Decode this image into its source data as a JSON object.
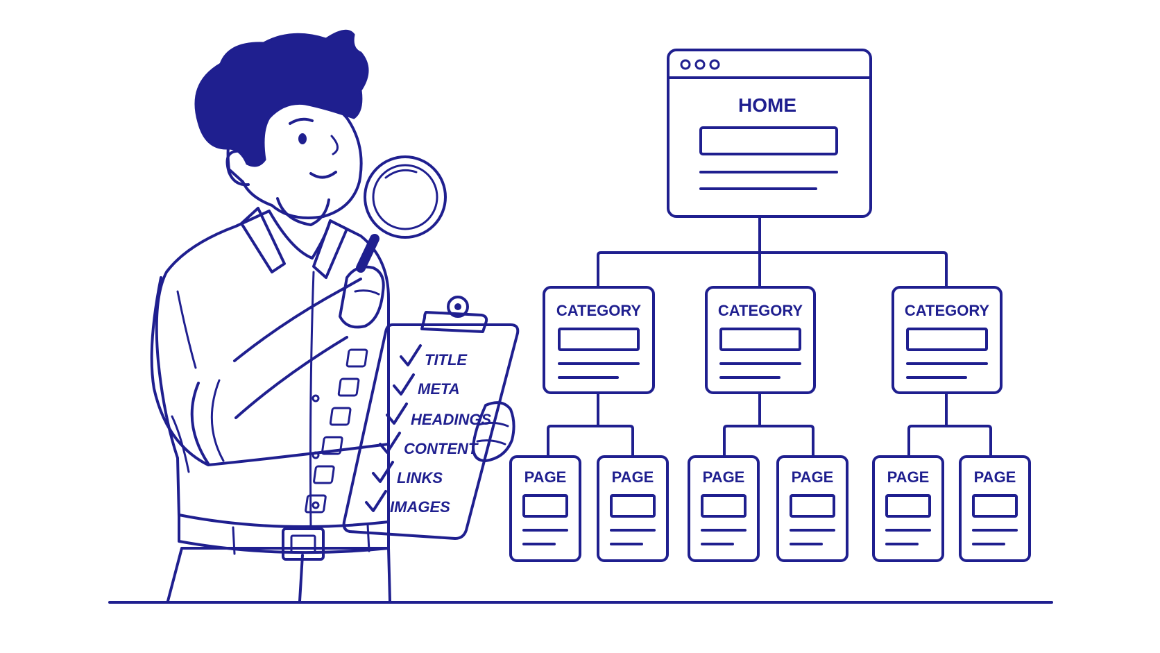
{
  "diagram": {
    "home_label": "HOME",
    "category_labels": [
      "CATEGORY",
      "CATEGORY",
      "CATEGORY"
    ],
    "page_labels": [
      "PAGE",
      "PAGE",
      "PAGE",
      "PAGE",
      "PAGE",
      "PAGE"
    ]
  },
  "checklist": {
    "items": [
      "TITLE",
      "META",
      "HEADINGS",
      "CONTENT",
      "LINKS",
      "IMAGES"
    ]
  },
  "colors": {
    "ink": "#1f1f8f",
    "clipboard": "#f05a14",
    "background": "#ffffff"
  }
}
